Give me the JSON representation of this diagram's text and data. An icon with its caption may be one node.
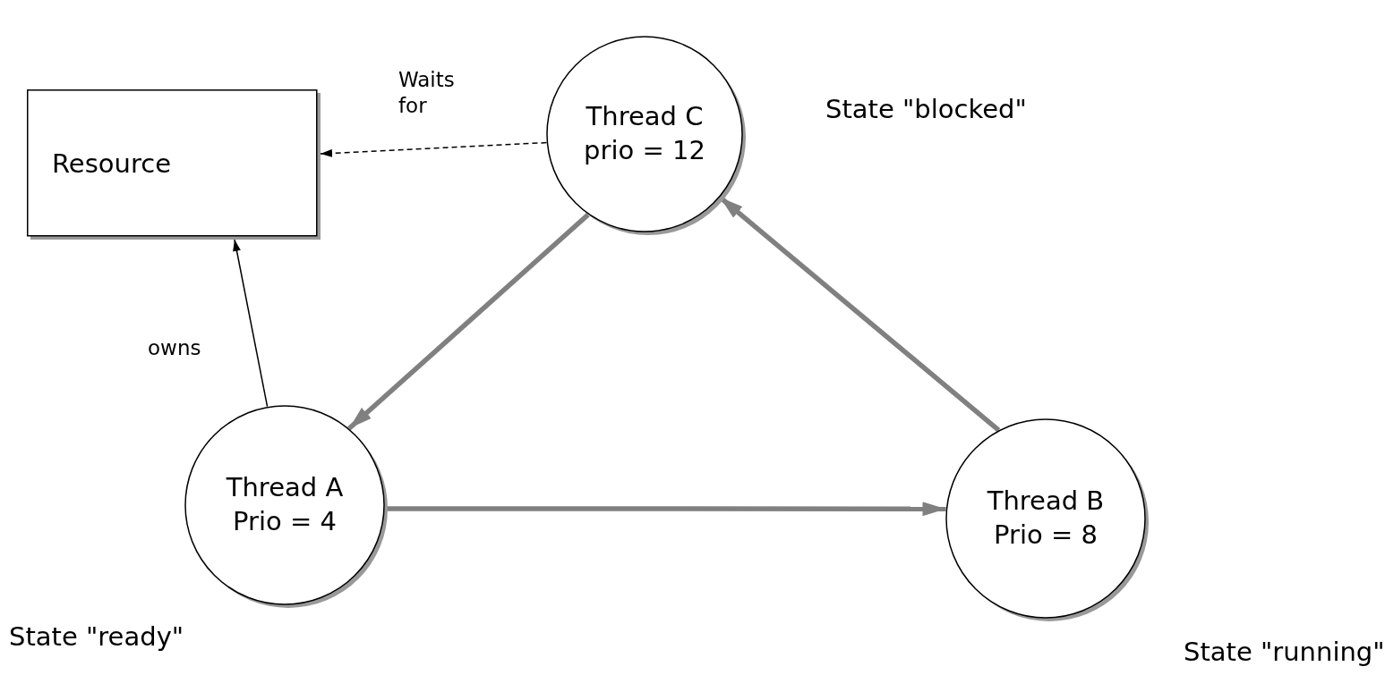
{
  "diagram": {
    "nodes": [
      {
        "text": [
          "Resource"
        ]
      },
      {
        "text": [
          "Thread C prio = 12"
        ],
        "beside": [
          "State \"blocked\""
        ]
      },
      {
        "text": [
          "Thread A Prio = 4"
        ],
        "beside": [
          "State \"ready\""
        ]
      },
      {
        "text": [
          "Thread B Prio = 8"
        ],
        "beside": [
          "State \"running\""
        ]
      }
    ],
    "edges": [
      {
        "from": 1,
        "to": 0,
        "arrow": "to",
        "label": "Waits for",
        "style": "dashed",
        "color": "#000000"
      },
      {
        "from": 2,
        "to": 0,
        "arrow": "to",
        "label": "owns",
        "color": "#000000"
      },
      {
        "from": 1,
        "to": 2,
        "arrow": "to"
      },
      {
        "from": 2,
        "to": 3,
        "arrow": "to"
      },
      {
        "from": 3,
        "to": 1,
        "arrow": "to"
      }
    ]
  }
}
